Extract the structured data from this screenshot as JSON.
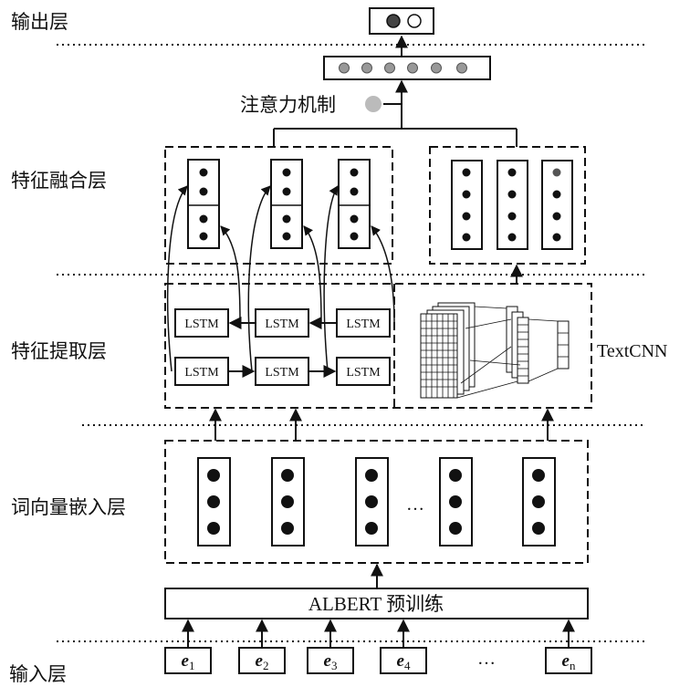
{
  "layers": {
    "output": "输出层",
    "fusion": "特征融合层",
    "extraction": "特征提取层",
    "embedding": "词向量嵌入层",
    "input": "输入层"
  },
  "attention_label": "注意力机制",
  "albert_label": "ALBERT 预训练",
  "textcnn_label": "TextCNN",
  "lstm_label": "LSTM",
  "ellipsis": "…",
  "inputs": [
    {
      "base": "e",
      "sub": "1"
    },
    {
      "base": "e",
      "sub": "2"
    },
    {
      "base": "e",
      "sub": "3"
    },
    {
      "base": "e",
      "sub": "4"
    },
    {
      "base": "e",
      "sub": "n"
    }
  ],
  "colors": {
    "line": "#111111",
    "dot": "#111111",
    "output_dot_gray": "#999999",
    "attention_dot": "#bbbbbb"
  }
}
